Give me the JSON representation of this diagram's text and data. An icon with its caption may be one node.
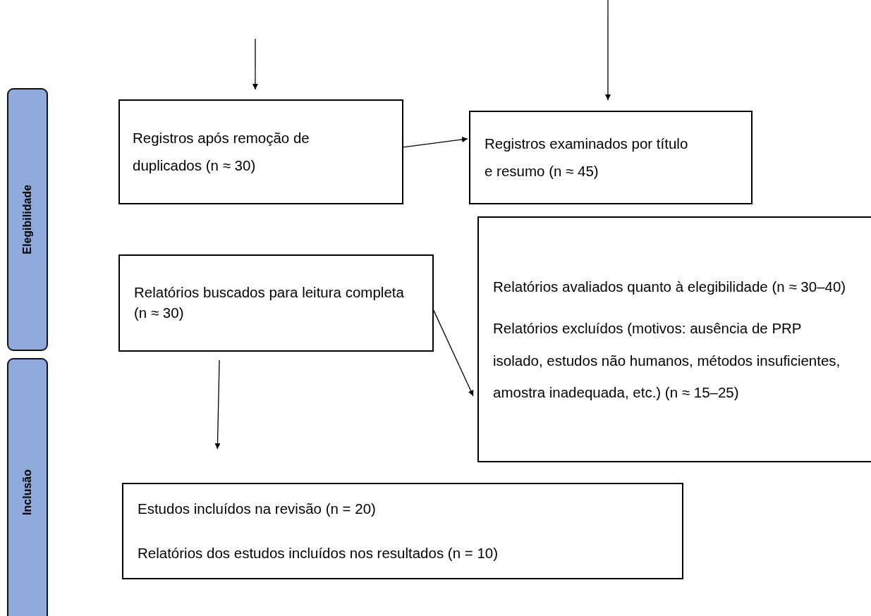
{
  "diagram": {
    "nodes": [
      {
        "text": [
          "Elegibilidade"
        ]
      },
      {
        "text": [
          "Inclusão"
        ]
      },
      {
        "text": [
          "Registros após remoção de duplicados (n ≈ 30)"
        ]
      },
      {
        "text": [
          "Registros examinados por título e resumo (n ≈ 45)"
        ]
      },
      {
        "text": [
          "Relatórios buscados para leitura completa (n ≈ 30)"
        ]
      },
      {
        "text": [
          "Relatórios avaliados quanto à elegibilidade (n ≈ 30–40)",
          "Relatórios excluídos (motivos: ausência de PRP isolado, estudos não humanos, métodos insuficientes, amostra inadequada, etc.) (n ≈ 15–25)"
        ]
      },
      {
        "text": [
          "Estudos incluídos na revisão (n = 20)",
          "Relatórios dos estudos incluídos nos resultados (n = 10)"
        ]
      }
    ],
    "edges": [
      {
        "from": null,
        "to": 2,
        "arrow": "to"
      },
      {
        "from": null,
        "to": 3,
        "arrow": "to"
      },
      {
        "from": 2,
        "to": 3,
        "arrow": "to"
      },
      {
        "from": 4,
        "to": 5,
        "arrow": "to"
      },
      {
        "from": 4,
        "to": 6,
        "arrow": "to"
      }
    ]
  }
}
